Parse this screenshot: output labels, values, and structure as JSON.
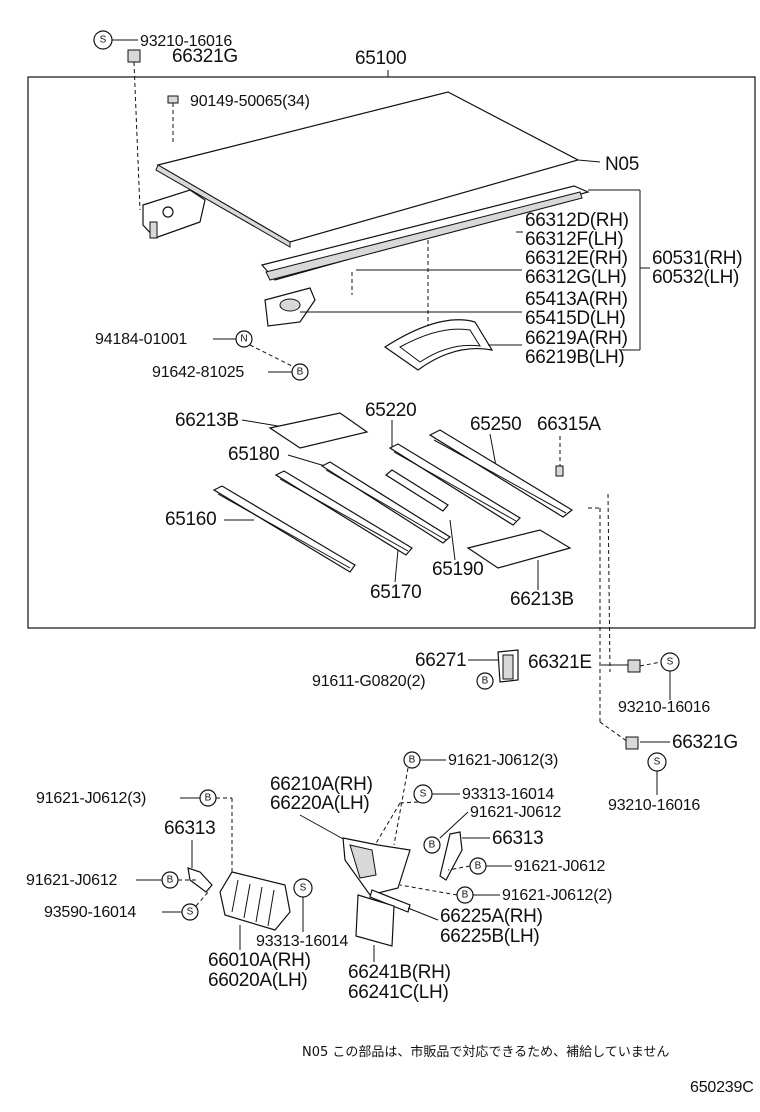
{
  "labels": {
    "assy": "65100",
    "n05": "N05",
    "p93210_top": "93210-16016",
    "p66321g_top": "66321G",
    "p90149": "90149-50065(34)",
    "p66312d": "66312D(RH)",
    "p66312f": "66312F(LH)",
    "p66312e": "66312E(RH)",
    "p66312g": "66312G(LH)",
    "p60531": "60531(RH)",
    "p60532": "60532(LH)",
    "p65413a": "65413A(RH)",
    "p65415d": "65415D(LH)",
    "p66219a": "66219A(RH)",
    "p66219b": "66219B(LH)",
    "p94184": "94184-01001",
    "p91642": "91642-81025",
    "p66213b_1": "66213B",
    "p65220": "65220",
    "p65250": "65250",
    "p66315a": "66315A",
    "p65180": "65180",
    "p65160": "65160",
    "p65190": "65190",
    "p65170": "65170",
    "p66213b_2": "66213B",
    "p66271": "66271",
    "p91611": "91611-G0820(2)",
    "p66321e": "66321E",
    "p93210_mid": "93210-16016",
    "p66321g_bot": "66321G",
    "p93210_bot": "93210-16016",
    "p91621_top": "91621-J0612(3)",
    "p66210a": "66210A(RH)",
    "p66220a": "66220A(LH)",
    "p93313_r": "93313-16014",
    "p91621_r1": "91621-J0612",
    "p66313_r": "66313",
    "p91621_r2": "91621-J0612",
    "p91621_r3": "91621-J0612(2)",
    "p66225a": "66225A(RH)",
    "p66225b": "66225B(LH)",
    "p91621_l3": "91621-J0612(3)",
    "p66313_l": "66313",
    "p91621_l": "91621-J0612",
    "p93590": "93590-16014",
    "p93313_l": "93313-16014",
    "p66010a": "66010A(RH)",
    "p66020a": "66020A(LH)",
    "p66241b": "66241B(RH)",
    "p66241c": "66241C(LH)"
  },
  "markers": {
    "s": "S",
    "n": "N",
    "b": "B"
  },
  "footnote": "N05  この部品は、市販品で対応できるため、補給していません",
  "diagram_code": "650239C"
}
